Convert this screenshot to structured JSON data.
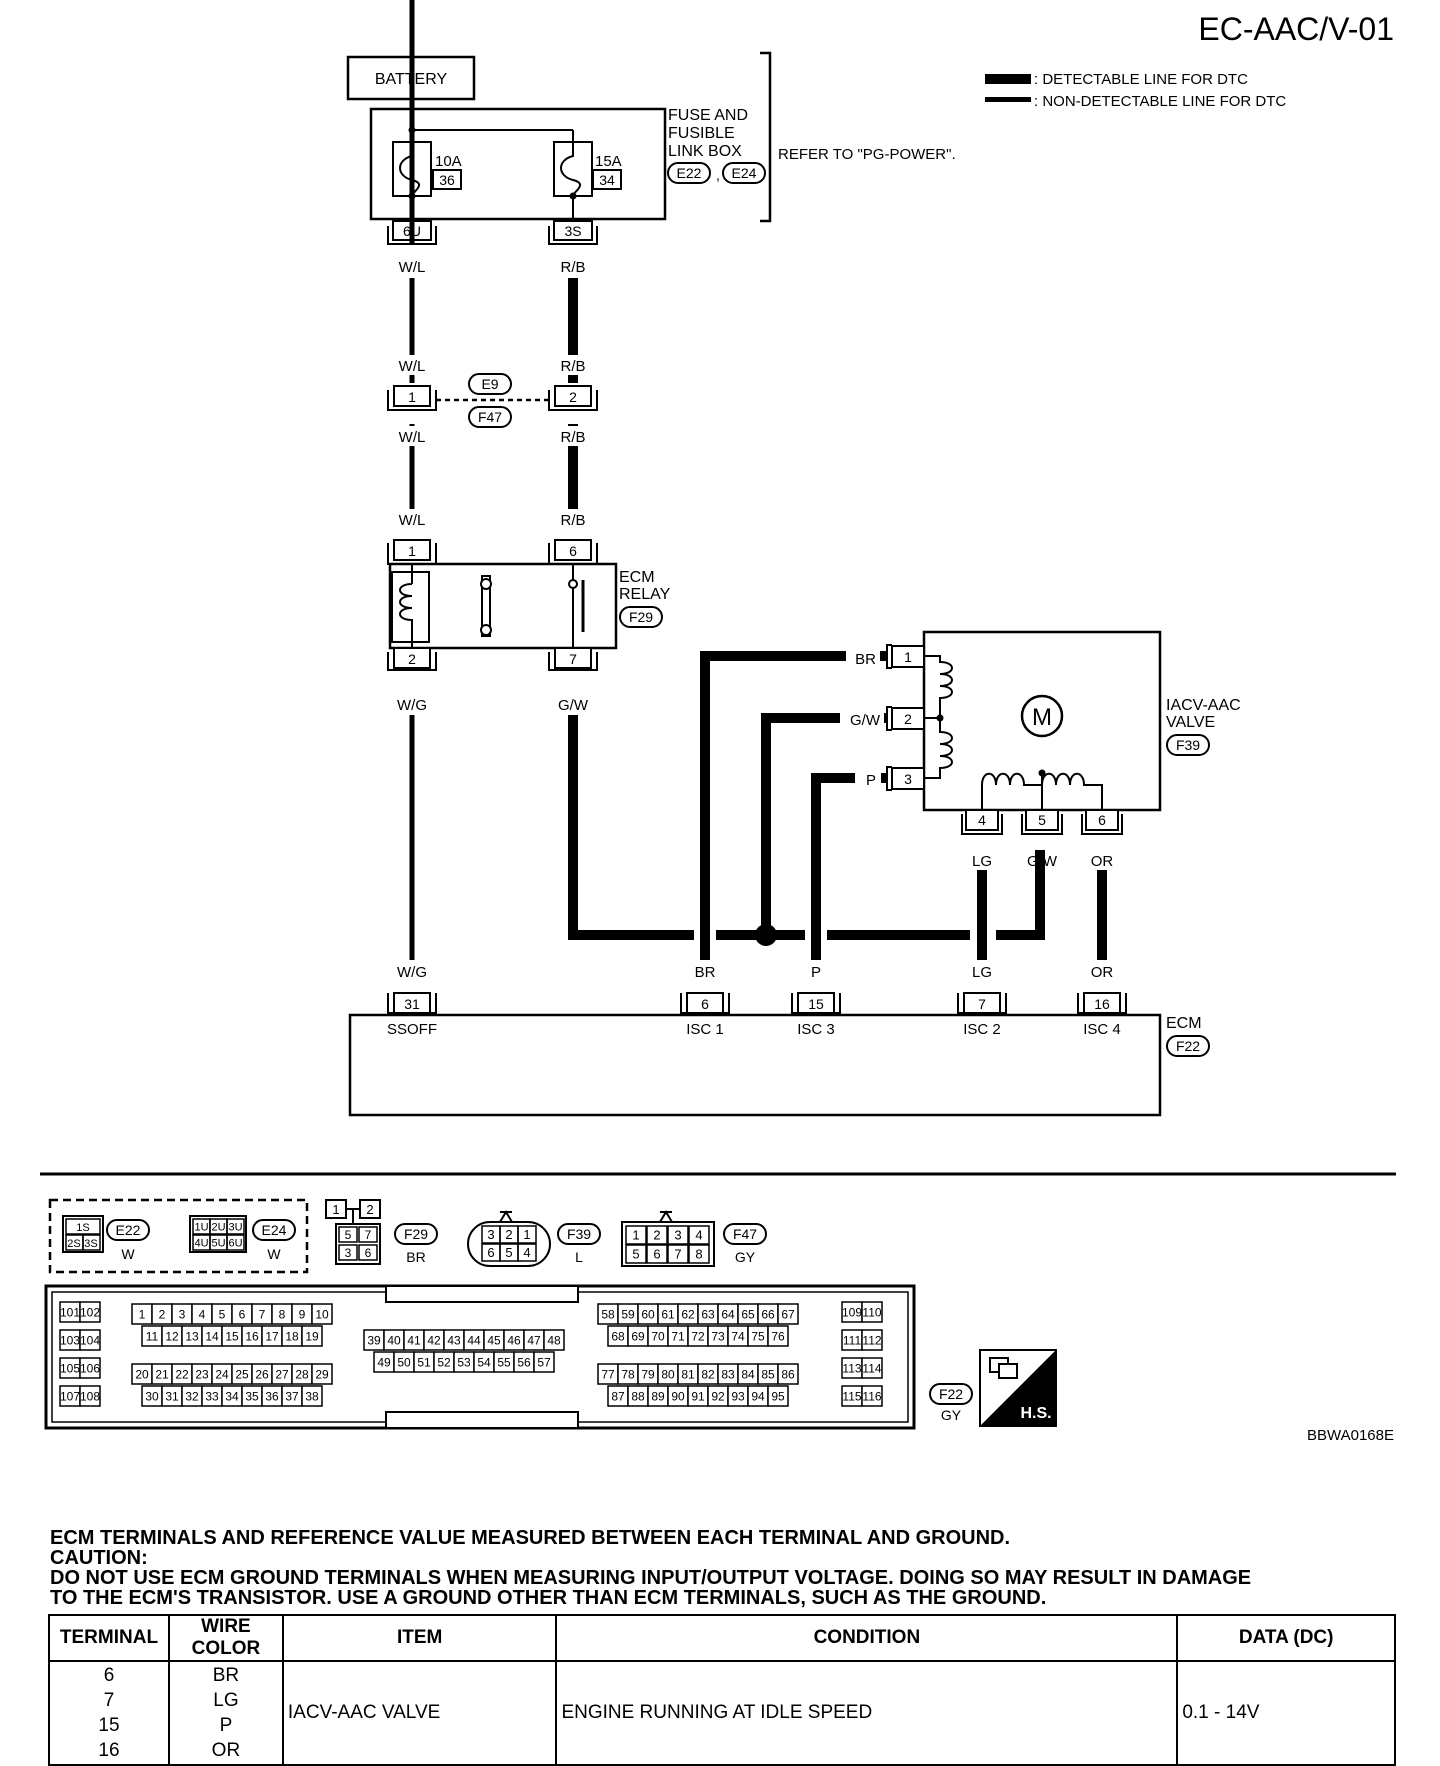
{
  "page_code": "EC-AAC/V-01",
  "figure_id": "BBWA0168E",
  "legend": {
    "detectable": ": DETECTABLE LINE FOR DTC",
    "non_detectable": ": NON-DETECTABLE LINE FOR DTC"
  },
  "battery": "BATTERY",
  "fuse_box": {
    "label_lines": [
      "FUSE AND",
      "FUSIBLE",
      "LINK BOX"
    ],
    "refer": "REFER TO \"PG-POWER\".",
    "connectors": [
      "E22",
      "E24"
    ],
    "fuse_left": {
      "amps": "10A",
      "number": "36",
      "terminal": "6U"
    },
    "fuse_right": {
      "amps": "15A",
      "number": "34",
      "terminal": "3S"
    }
  },
  "joint": {
    "connectors": [
      "E9",
      "F47"
    ],
    "left_pin": "1",
    "right_pin": "2"
  },
  "wire_colors": {
    "wl": "W/L",
    "rb": "R/B",
    "wg": "W/G",
    "gw": "G/W",
    "br": "BR",
    "p": "P",
    "lg": "LG",
    "or": "OR"
  },
  "ecm_relay": {
    "label_lines": [
      "ECM",
      "RELAY"
    ],
    "connector": "F29",
    "pins": {
      "top_left": "1",
      "top_right": "6",
      "bottom_left": "2",
      "bottom_right": "7"
    }
  },
  "iacv": {
    "label_lines": [
      "IACV-AAC",
      "VALVE"
    ],
    "connector": "F39",
    "motor": "M",
    "pins_left": [
      "1",
      "2",
      "3"
    ],
    "pins_bottom": [
      "4",
      "5",
      "6"
    ]
  },
  "ecm": {
    "label": "ECM",
    "connector": "F22",
    "terminals": [
      {
        "pin": "31",
        "name": "SSOFF"
      },
      {
        "pin": "6",
        "name": "ISC 1"
      },
      {
        "pin": "15",
        "name": "ISC 3"
      },
      {
        "pin": "7",
        "name": "ISC 2"
      },
      {
        "pin": "16",
        "name": "ISC 4"
      }
    ]
  },
  "connector_views": {
    "e22": {
      "id": "E22",
      "color": "W",
      "pins": [
        "1S",
        "2S",
        "3S"
      ]
    },
    "e24": {
      "id": "E24",
      "color": "W",
      "pins": [
        "1U",
        "2U",
        "3U",
        "4U",
        "5U",
        "6U"
      ]
    },
    "f29": {
      "id": "F29",
      "color": "BR",
      "pins": [
        "1",
        "2",
        "5",
        "7",
        "3",
        "6"
      ]
    },
    "f39": {
      "id": "F39",
      "color": "L",
      "pins": [
        "3",
        "2",
        "1",
        "6",
        "5",
        "4"
      ]
    },
    "f47": {
      "id": "F47",
      "color": "GY",
      "pins": [
        "1",
        "2",
        "3",
        "4",
        "5",
        "6",
        "7",
        "8"
      ]
    },
    "f22": {
      "id": "F22",
      "color": "GY"
    },
    "hs": "H.S."
  },
  "notes": {
    "heading": "ECM TERMINALS AND REFERENCE VALUE MEASURED BETWEEN EACH TERMINAL AND GROUND.",
    "caution_label": "CAUTION:",
    "caution_1": "DO NOT USE ECM GROUND TERMINALS WHEN MEASURING INPUT/OUTPUT VOLTAGE. DOING SO MAY RESULT IN DAMAGE",
    "caution_2": "TO THE ECM'S TRANSISTOR. USE A GROUND OTHER THAN ECM TERMINALS, SUCH AS THE GROUND."
  },
  "table": {
    "headers": [
      "TERMINAL",
      "WIRE COLOR",
      "ITEM",
      "CONDITION",
      "DATA (DC)"
    ],
    "terminals": [
      "6",
      "7",
      "15",
      "16"
    ],
    "wire_colors": [
      "BR",
      "LG",
      "P",
      "OR"
    ],
    "item": "IACV-AAC VALVE",
    "condition": "ENGINE RUNNING AT IDLE SPEED",
    "data": "0.1 - 14V"
  }
}
